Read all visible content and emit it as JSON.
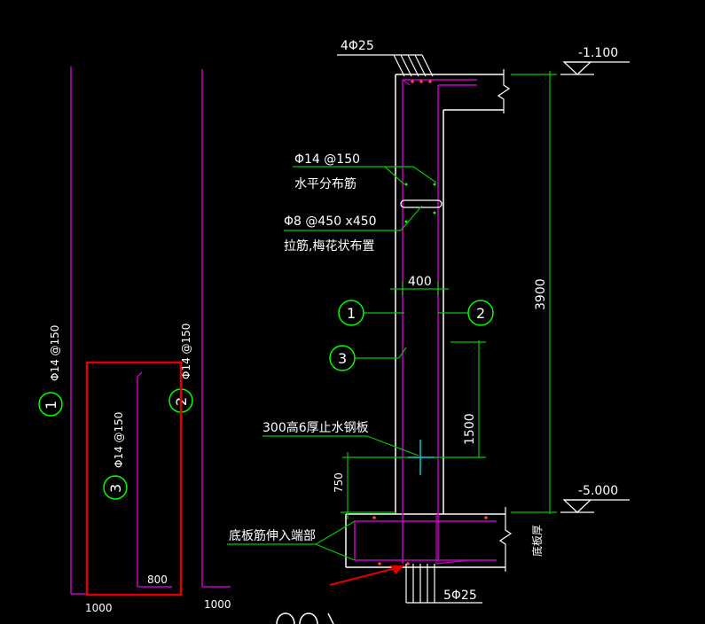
{
  "colors": {
    "background": "#000000",
    "rebar": "#c800c8",
    "concrete": "#ffffff",
    "leader": "#00c800",
    "dimension": "#00c800",
    "selection": "#e00000",
    "marker": "#00ff00",
    "waterstop": "#00c8c8"
  },
  "labels": {
    "top_bars": "4Φ25",
    "top_level": "-1.100",
    "horizontal_bar_spec": "Φ14 @150",
    "horizontal_bar_name": "水平分布筋",
    "tie_bar_spec": "Φ8 @450 x450",
    "tie_bar_name": "拉筋,梅花状布置",
    "wall_thickness": "400",
    "wall_height": "3900",
    "dim_1500": "1500",
    "waterstop": "300高6厚止水钢板",
    "dim_750": "750",
    "bottom_level": "-5.000",
    "slab_bar_note": "底板筋伸入端部",
    "slab_name": "底板厚",
    "bottom_bars": "5Φ25",
    "bar_1_spec": "Φ14 @150",
    "bar_2_spec": "Φ14 @150",
    "bar_3_spec": "Φ14 @150",
    "dim_800": "800",
    "dim_1000_left": "1000",
    "dim_1000_right": "1000"
  },
  "markers": {
    "m1": "1",
    "m2": "2",
    "m3": "3"
  },
  "icons": {
    "level_marker": "triangle-level-icon",
    "callout": "circle-callout-icon",
    "arrow": "red-arrow-icon"
  }
}
